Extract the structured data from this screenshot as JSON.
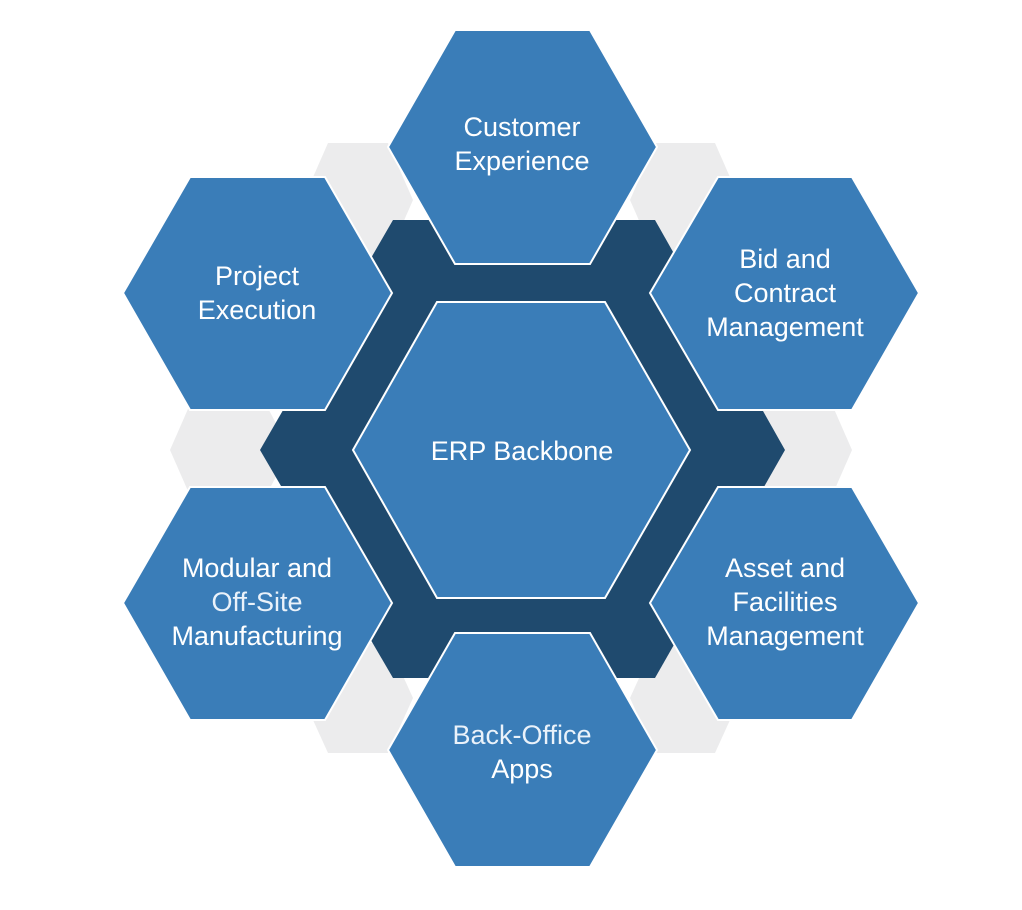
{
  "colors": {
    "background": "#ffffff",
    "connector_light": "#ececed",
    "backbone_dark": "#1f4a6e",
    "module_blue": "#3a7db8",
    "outline": "#ffffff",
    "text": "#ffffff"
  },
  "center": {
    "label": "ERP Backbone"
  },
  "modules": {
    "customer_experience": {
      "line1": "Customer",
      "line2": "Experience"
    },
    "bid_contract": {
      "line1": "Bid and",
      "line2": "Contract",
      "line3": "Management"
    },
    "asset_facilities": {
      "line1": "Asset and",
      "line2": "Facilities",
      "line3": "Management"
    },
    "back_office": {
      "line1": "Back-Office",
      "line2": "Apps"
    },
    "modular_offsite": {
      "line1": "Modular and",
      "line2": "Off-Site",
      "line3": "Manufacturing"
    },
    "project_execution": {
      "line1": "Project",
      "line2": "Execution"
    }
  }
}
